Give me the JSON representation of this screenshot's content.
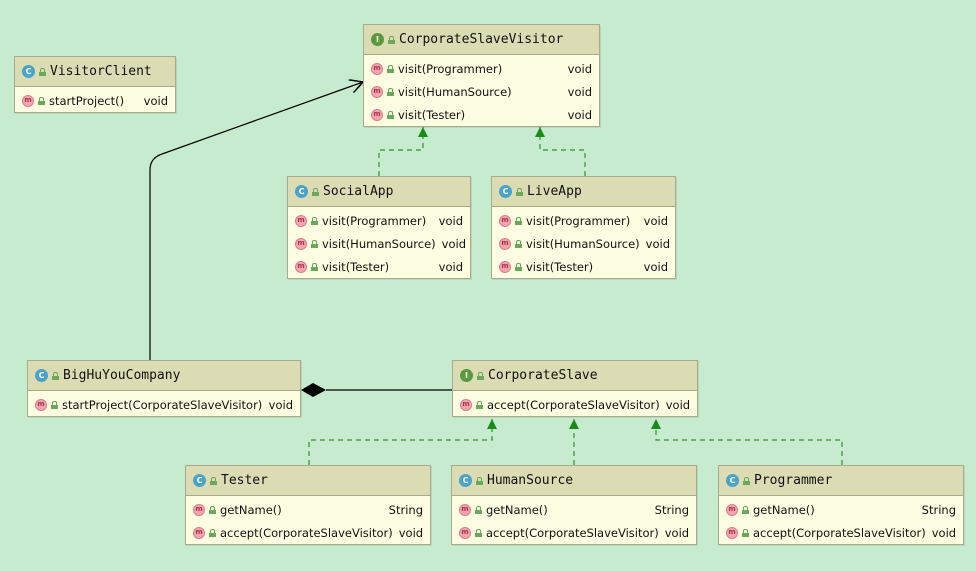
{
  "nodes": {
    "visitor_client": {
      "title": "VisitorClient",
      "kind": "C",
      "members": [
        {
          "icon": "m",
          "signature": "startProject()",
          "return_type": "void"
        }
      ]
    },
    "corporate_slave_visitor": {
      "title": "CorporateSlaveVisitor",
      "kind": "I",
      "members": [
        {
          "icon": "m",
          "signature": "visit(Programmer)",
          "return_type": "void"
        },
        {
          "icon": "m",
          "signature": "visit(HumanSource)",
          "return_type": "void"
        },
        {
          "icon": "m",
          "signature": "visit(Tester)",
          "return_type": "void"
        }
      ]
    },
    "social_app": {
      "title": "SocialApp",
      "kind": "C",
      "members": [
        {
          "icon": "m",
          "signature": "visit(Programmer)",
          "return_type": "void"
        },
        {
          "icon": "m",
          "signature": "visit(HumanSource)",
          "return_type": "void"
        },
        {
          "icon": "m",
          "signature": "visit(Tester)",
          "return_type": "void"
        }
      ]
    },
    "live_app": {
      "title": "LiveApp",
      "kind": "C",
      "members": [
        {
          "icon": "m",
          "signature": "visit(Programmer)",
          "return_type": "void"
        },
        {
          "icon": "m",
          "signature": "visit(HumanSource)",
          "return_type": "void"
        },
        {
          "icon": "m",
          "signature": "visit(Tester)",
          "return_type": "void"
        }
      ]
    },
    "big_hu_you_company": {
      "title": "BigHuYouCompany",
      "kind": "C",
      "members": [
        {
          "icon": "m",
          "signature": "startProject(CorporateSlaveVisitor)",
          "return_type": "void"
        }
      ]
    },
    "corporate_slave": {
      "title": "CorporateSlave",
      "kind": "I",
      "members": [
        {
          "icon": "m",
          "signature": "accept(CorporateSlaveVisitor)",
          "return_type": "void"
        }
      ]
    },
    "tester": {
      "title": "Tester",
      "kind": "C",
      "members": [
        {
          "icon": "m",
          "signature": "getName()",
          "return_type": "String"
        },
        {
          "icon": "m",
          "signature": "accept(CorporateSlaveVisitor)",
          "return_type": "void"
        }
      ]
    },
    "human_source": {
      "title": "HumanSource",
      "kind": "C",
      "members": [
        {
          "icon": "m",
          "signature": "getName()",
          "return_type": "String"
        },
        {
          "icon": "m",
          "signature": "accept(CorporateSlaveVisitor)",
          "return_type": "void"
        }
      ]
    },
    "programmer": {
      "title": "Programmer",
      "kind": "C",
      "members": [
        {
          "icon": "m",
          "signature": "getName()",
          "return_type": "String"
        },
        {
          "icon": "m",
          "signature": "accept(CorporateSlaveVisitor)",
          "return_type": "void"
        }
      ]
    }
  },
  "edges": [
    {
      "from": "social_app",
      "to": "corporate_slave_visitor",
      "type": "realization"
    },
    {
      "from": "live_app",
      "to": "corporate_slave_visitor",
      "type": "realization"
    },
    {
      "from": "big_hu_you_company",
      "to": "corporate_slave_visitor",
      "type": "dependency"
    },
    {
      "from": "big_hu_you_company",
      "to": "corporate_slave",
      "type": "composition"
    },
    {
      "from": "tester",
      "to": "corporate_slave",
      "type": "realization"
    },
    {
      "from": "human_source",
      "to": "corporate_slave",
      "type": "realization"
    },
    {
      "from": "programmer",
      "to": "corporate_slave",
      "type": "realization"
    }
  ],
  "colors": {
    "background": "#c7ebce",
    "node_fill": "#fdfde2",
    "header_fill": "#dcdcb4",
    "class_icon": "#4aa3c9",
    "interface_icon": "#5b9a3c",
    "method_icon": "#f2a7b0",
    "realization_line": "#2f8f2f",
    "dependency_line": "#000000"
  }
}
